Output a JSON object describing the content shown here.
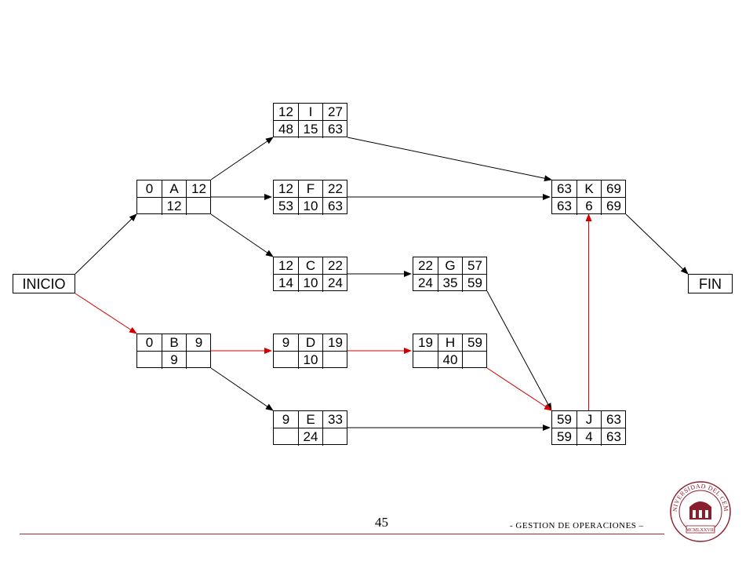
{
  "terminals": {
    "start": "INICIO",
    "end": "FIN"
  },
  "activities": {
    "A": {
      "label": "A",
      "es": "0",
      "ef": "12",
      "ls": "",
      "dur": "12",
      "lf": ""
    },
    "B": {
      "label": "B",
      "es": "0",
      "ef": "9",
      "ls": "",
      "dur": "9",
      "lf": ""
    },
    "I": {
      "label": "I",
      "es": "12",
      "ef": "27",
      "ls": "48",
      "dur": "15",
      "lf": "63"
    },
    "F": {
      "label": "F",
      "es": "12",
      "ef": "22",
      "ls": "53",
      "dur": "10",
      "lf": "63"
    },
    "C": {
      "label": "C",
      "es": "12",
      "ef": "22",
      "ls": "14",
      "dur": "10",
      "lf": "24"
    },
    "D": {
      "label": "D",
      "es": "9",
      "ef": "19",
      "ls": "",
      "dur": "10",
      "lf": ""
    },
    "E": {
      "label": "E",
      "es": "9",
      "ef": "33",
      "ls": "",
      "dur": "24",
      "lf": ""
    },
    "G": {
      "label": "G",
      "es": "22",
      "ef": "57",
      "ls": "24",
      "dur": "35",
      "lf": "59"
    },
    "H": {
      "label": "H",
      "es": "19",
      "ef": "59",
      "ls": "",
      "dur": "40",
      "lf": ""
    },
    "K": {
      "label": "K",
      "es": "63",
      "ef": "69",
      "ls": "63",
      "dur": "6",
      "lf": "69"
    },
    "J": {
      "label": "J",
      "es": "59",
      "ef": "63",
      "ls": "59",
      "dur": "4",
      "lf": "63"
    }
  },
  "edges": [
    {
      "from": "INICIO",
      "to": "A",
      "critical": false
    },
    {
      "from": "INICIO",
      "to": "B",
      "critical": true
    },
    {
      "from": "A",
      "to": "I",
      "critical": false
    },
    {
      "from": "A",
      "to": "F",
      "critical": false
    },
    {
      "from": "A",
      "to": "C",
      "critical": false
    },
    {
      "from": "B",
      "to": "D",
      "critical": true
    },
    {
      "from": "B",
      "to": "E",
      "critical": false
    },
    {
      "from": "I",
      "to": "K",
      "critical": false
    },
    {
      "from": "F",
      "to": "K",
      "critical": false
    },
    {
      "from": "C",
      "to": "G",
      "critical": false
    },
    {
      "from": "G",
      "to": "J",
      "critical": false
    },
    {
      "from": "D",
      "to": "H",
      "critical": true
    },
    {
      "from": "H",
      "to": "J",
      "critical": true
    },
    {
      "from": "E",
      "to": "J",
      "critical": false
    },
    {
      "from": "J",
      "to": "K",
      "critical": true
    },
    {
      "from": "K",
      "to": "FIN",
      "critical": false
    }
  ],
  "colors": {
    "critical": "#d40000",
    "normal": "#000000",
    "footer_rule": "#9a2a3a",
    "seal": "#8b1e2d"
  },
  "footer": {
    "page_number": "45",
    "course": "- GESTION DE OPERACIONES –",
    "seal_text": "UNIVERSIDAD DEL CEMA",
    "seal_year": "MCMLXXVIII"
  }
}
